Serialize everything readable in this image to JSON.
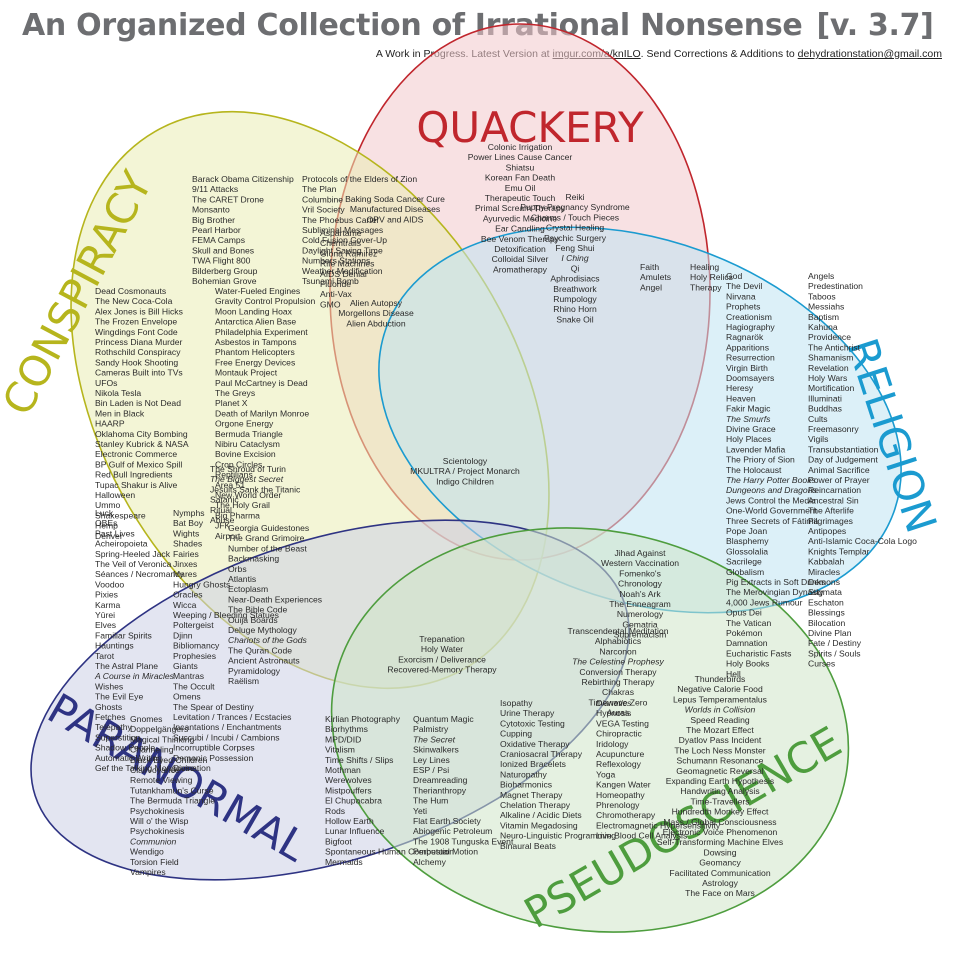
{
  "header": {
    "title": "An Organized Collection of Irrational Nonsense",
    "version": "[v. 3.7]",
    "subtitle_prefix": "A Work in Progress.  Latest Version at",
    "subtitle_link": "imgur.com/a/knILO",
    "subtitle_mid": ".  Send Corrections & Additions to",
    "subtitle_email": "dehydrationstation@gmail.com"
  },
  "colors": {
    "quackery": "#c0262d",
    "conspiracy": "#b6b51d",
    "religion": "#1b9bd0",
    "paranormal": "#2e3383",
    "pseudoscience": "#4e9d3e"
  },
  "sets": [
    {
      "name": "QUACKERY",
      "color": "#c0262d"
    },
    {
      "name": "CONSPIRACY",
      "color": "#b6b51d"
    },
    {
      "name": "RELIGION",
      "color": "#1b9bd0"
    },
    {
      "name": "PARANORMAL",
      "color": "#2e3383"
    },
    {
      "name": "PSEUDOSCIENCE",
      "color": "#4e9d3e"
    }
  ],
  "regions": [
    {
      "id": "quackery",
      "items": [
        "Colonic Irrigation",
        "Power Lines Cause Cancer",
        "Shiatsu",
        "Korean Fan Death",
        "Emu Oil",
        "Therapeutic Touch",
        "Primal Scream Therapy",
        "Ayurvedic Medicine",
        "Ear Candling",
        "Bee Venom Therapy",
        "Detoxification",
        "Colloidal Silver",
        "Aromatherapy"
      ]
    },
    {
      "id": "quack-rel",
      "items": [
        "Reiki",
        "Puppy Pregnancy Syndrome",
        "Charms / Touch Pieces",
        "Crystal Healing",
        "Psychic Surgery",
        "Feng Shui",
        "I Ching",
        "Qi",
        "Aphrodisiacs",
        "Breathwork",
        "Rumpology",
        "Rhino Horn",
        "Snake Oil"
      ]
    },
    {
      "id": "quack-consp",
      "items": [
        "Baking Soda Cancer Cure",
        "Manufactured Diseases",
        "OPV and AIDS"
      ]
    },
    {
      "id": "quack-consp-2",
      "items": [
        "Aspartame",
        "Chemtrails",
        "Gloria Ramirez",
        "Rife Machines",
        "AIDS Denial",
        "Fluoride",
        "Anti-Vax",
        "GMO"
      ]
    },
    {
      "id": "quack-consp-para",
      "items": [
        "Alien Autopsy",
        "Morgellons Disease",
        "Alien Abduction"
      ]
    },
    {
      "id": "quack-rel-2",
      "items": [
        "Faith",
        "Healing",
        "Amulets",
        "Holy Relics",
        "Angel",
        "Therapy"
      ]
    },
    {
      "id": "conspiracy-top",
      "items": [
        "Barack Obama Citizenship",
        "Protocols of the Elders of Zion",
        "9/11 Attacks",
        "The Plan",
        "The CARET Drone",
        "Columbine",
        "Monsanto",
        "Vril Society",
        "Big Brother",
        "The Phoebus Cartel",
        "Pearl Harbor",
        "Subliminal Messages",
        "FEMA Camps",
        "Cold Fusion Cover-Up",
        "Skull and Bones",
        "Daylight Saving Time",
        "TWA Flight 800",
        "Numbers Stations",
        "Bilderberg Group",
        "Weather Modification",
        "Bohemian Grove",
        "Tsunami Bomb"
      ]
    },
    {
      "id": "conspiracy",
      "items": [
        "Dead Cosmonauts",
        "Water-Fueled Engines",
        "The New Coca-Cola",
        "Gravity Control Propulsion",
        "Alex Jones is Bill Hicks",
        "Moon Landing Hoax",
        "The Frozen Envelope",
        "Antarctica Alien Base",
        "Wingdings Font Code",
        "Philadelphia Experiment",
        "Princess Diana Murder",
        "Asbestos in Tampons",
        "Rothschild Conspiracy",
        "Phantom Helicopters",
        "Sandy Hook Shooting",
        "Free Energy Devices",
        "Cameras Built into TVs",
        "Montauk Project",
        "UFOs",
        "Paul McCartney is Dead",
        "Nikola Tesla",
        "The Greys",
        "Bin Laden is Not Dead",
        "Planet X",
        "Men in Black",
        "Death of Marilyn Monroe",
        "HAARP",
        "Orgone Energy",
        "Oklahoma City Bombing",
        "Bermuda Triangle",
        "Stanley Kubrick & NASA",
        "Nibiru Cataclysm",
        "Electronic Commerce",
        "Bovine Excision",
        "BP Gulf of Mexico Spill",
        "Crop Circles",
        "Red Bull Ingredients",
        "Reptilians",
        "Tupac Shakur is Alive",
        "Area 51",
        "Halloween",
        "New World Order",
        "Ummo",
        "The Holy Grail",
        "Shakespeare",
        "Big Pharma",
        "Hemp",
        "JFK",
        "Denver",
        "Airport"
      ]
    },
    {
      "id": "consp-rel-para",
      "items": [
        "The Shroud of Turin",
        "The Biggest Secret",
        "Jesuits Sank the Titanic",
        "Satanic",
        "Ritual",
        "Abuse"
      ]
    },
    {
      "id": "center",
      "items": [
        "Scientology",
        "MKULTRA / Project Monarch",
        "Indigo Children"
      ]
    },
    {
      "id": "religion",
      "items": [
        "God",
        "Angels",
        "The Devil",
        "Predestination",
        "Nirvana",
        "Taboos",
        "Prophets",
        "Messiahs",
        "Creationism",
        "Baptism",
        "Hagiography",
        "Kahuna",
        "Ragnarök",
        "Providence",
        "Apparitions",
        "The Antichrist",
        "Resurrection",
        "Shamanism",
        "Virgin Birth",
        "Revelation",
        "Doomsayers",
        "Holy Wars",
        "Heresy",
        "Mortification",
        "Heaven",
        "Illuminati",
        "Fakir Magic",
        "Buddhas",
        "The Smurfs",
        "Cults",
        "Divine Grace",
        "Freemasonry",
        "Holy Places",
        "Vigils",
        "Lavender Mafia",
        "Transubstantiation",
        "The Priory of Sion",
        "Day of Judgement",
        "The Holocaust",
        "Animal Sacrifice",
        "The Harry Potter Books",
        "Power of Prayer",
        "Dungeons and Dragons",
        "Reincarnation",
        "Jews Control the Media",
        "Ancestral Sin",
        "One-World Government",
        "The Afterlife",
        "Three Secrets of Fátima",
        "Pilgrimages",
        "Pope Joan",
        "Antipopes",
        "Blasphemy",
        "Anti-Islamic Coca-Cola Logo",
        "Glossolalia",
        "Knights Templar",
        "Sacrilege",
        "Kabbalah",
        "Globalism",
        "Miracles",
        "Pig Extracts in Soft Drinks",
        "Demons",
        "The Merovingian Dynasty",
        "Stigmata",
        "4,000 Jews Rumour",
        "Eschaton",
        "Opus Dei",
        "Blessings",
        "The Vatican",
        "Bilocation",
        "Pokémon",
        "Divine Plan",
        "Damnation",
        "Fate / Destiny",
        "Eucharistic Fasts",
        "Spirits / Souls",
        "Holy Books",
        "Curses",
        "Hell"
      ]
    },
    {
      "id": "rel-pseudo",
      "items": [
        "Jihad Against",
        "Western Vaccination",
        "Fomenko's",
        "Chronology",
        "Noah's Ark",
        "The Enneagram",
        "Numerology",
        "Gematria",
        "Supremacism"
      ]
    },
    {
      "id": "paranormal",
      "items": [
        "Luck",
        "Nymphs",
        "OBEs",
        "Bat Boy",
        "Past Lives",
        "Wights",
        "Acheiropoieta",
        "Shades",
        "Spring-Heeled Jack",
        "Fairies",
        "The Veil of Veronica",
        "Jinxes",
        "Séances / Necromancy",
        "Mares",
        "Voodoo",
        "Hungry Ghosts",
        "Pixies",
        "Oracles",
        "Karma",
        "Wicca",
        "Yūrei",
        "Weeping / Bleeding Statues",
        "Elves",
        "Poltergeist",
        "Familiar Spirits",
        "Djinn",
        "Hauntings",
        "Bibliomancy",
        "Tarot",
        "Prophesies",
        "The Astral Plane",
        "Giants",
        "A Course in Miracles",
        "Mantras",
        "Wishes",
        "The Occult",
        "The Evil Eye",
        "Omens",
        "Ghosts",
        "The Spear of Destiny",
        "Fetches",
        "Levitation / Trances / Ecstacies",
        "Telepathy",
        "Incantations / Enchantments",
        "Superstition",
        "Succubi / Incubi / Cambions",
        "Shadow People",
        "Incorruptible Corpses",
        "Automatic Writing",
        "Demonic Possession",
        "Gef the Talking Mongoose",
        "Divination"
      ]
    },
    {
      "id": "para-lower",
      "items": [
        "Gnomes",
        "Doppelgängers",
        "Magical Thinking",
        "Channeling",
        "Black Eyed Children",
        "Clairvoyance",
        "Remote Viewing",
        "Tutankhamun's Curse",
        "The Bermuda Triangle",
        "Psychokinesis",
        "Will o' the Wisp",
        "Psychokinesis",
        "Communion",
        "Wendigo",
        "Torsion Field",
        "Vampires"
      ]
    },
    {
      "id": "consp-para",
      "items": [
        "Georgia Guidestones",
        "The Grand Grimoire",
        "Number of the Beast",
        "Backmasking",
        "Orbs",
        "Atlantis",
        "Ectoplasm",
        "Near-Death Experiences",
        "The Bible Code",
        "Ouija Boards",
        "Deluge Mythology",
        "Chariots of the Gods",
        "The Quran Code",
        "Ancient Astronauts",
        "Pyramidology",
        "Raëlism"
      ]
    },
    {
      "id": "quack-para",
      "items": [
        "Trepanation",
        "Holy Water",
        "Exorcism / Deliverance",
        "Recovered-Memory Therapy"
      ]
    },
    {
      "id": "rel-pseudo-2",
      "items": [
        "Transcendental Meditation",
        "Alphabiotics",
        "Narconon",
        "The Celestine Prophesy",
        "Conversion Therapy",
        "Rebirthing Therapy",
        "Chakras",
        "Timewave Zero",
        "Auras"
      ]
    },
    {
      "id": "quack-pseudo",
      "items": [
        "Isopathy",
        "Dianetics",
        "Urine Therapy",
        "Hypnosis",
        "Cytotoxic Testing",
        "VEGA Testing",
        "Cupping",
        "Chiropractic",
        "Oxidative Therapy",
        "Iridology",
        "Craniosacral Therapy",
        "Acupuncture",
        "Ionized Bracelets",
        "Reflexology",
        "Naturopathy",
        "Yoga",
        "Bioharmonics",
        "Kangen Water",
        "Magnet Therapy",
        "Homeopathy",
        "Chelation Therapy",
        "Phrenology",
        "Alkaline / Acidic Diets",
        "Chromotherapy",
        "Vitamin Megadosing",
        "Electromagnetic Hypersensitivity",
        "Neuro-Linguistic Programming",
        "Live Blood Cell Analysis",
        "Binaural Beats"
      ]
    },
    {
      "id": "para-pseudo",
      "items": [
        "Kirlian Photography",
        "Quantum Magic",
        "Biorhythms",
        "Palmistry",
        "MPD/DID",
        "The Secret",
        "Vitalism",
        "Skinwalkers",
        "Time Shifts / Slips",
        "Ley Lines",
        "Mothman",
        "ESP / Psi",
        "Werewolves",
        "Dreamreading",
        "Mistpouffers",
        "Therianthropy",
        "El Chupacabra",
        "The Hum",
        "Rods",
        "Yeti",
        "Hollow Earth",
        "Flat Earth Society",
        "Lunar Influence",
        "Abiogenic Petroleum",
        "Bigfoot",
        "The 1908 Tunguska Event",
        "Spontaneous Human Combustion",
        "Perpetual Motion",
        "Mermaids",
        "Alchemy"
      ]
    },
    {
      "id": "pseudoscience",
      "items": [
        "Thunderbirds",
        "Negative Calorie Food",
        "Lepus Temperamentalus",
        "Worlds in Collision",
        "Speed Reading",
        "The Mozart Effect",
        "Dyatlov Pass Incident",
        "The Loch Ness Monster",
        "Schumann Resonance",
        "Geomagnetic Reversal",
        "Expanding Earth Hypothesis",
        "Handwriting Analysis",
        "Time-Travellers",
        "Hundredth Monkey Effect",
        "Mass / Global Consciousness",
        "Electronic Voice Phenomenon",
        "Self-Transforming Machine Elves",
        "Dowsing",
        "Geomancy",
        "Facilitated Communication",
        "Astrology",
        "The Face on Mars"
      ]
    }
  ]
}
